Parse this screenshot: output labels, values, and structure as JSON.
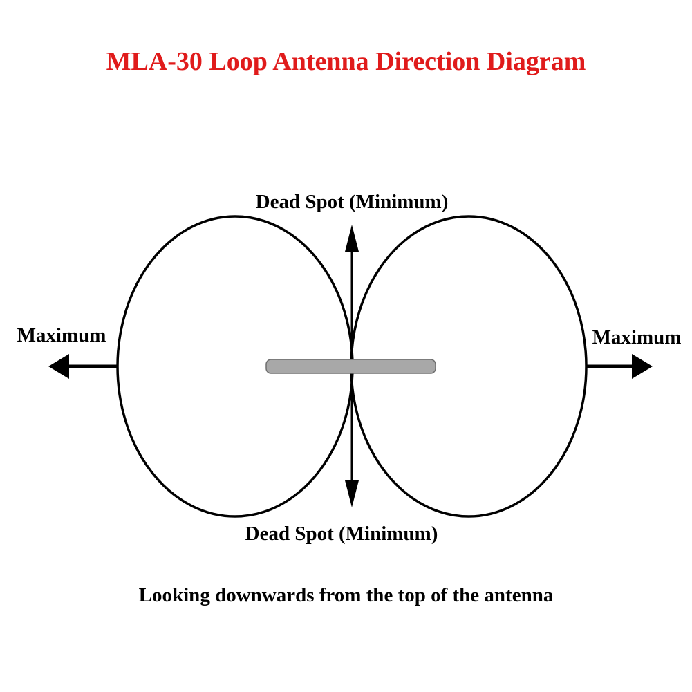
{
  "title": "MLA-30 Loop Antenna Direction Diagram",
  "labels": {
    "dead_spot_top": "Dead Spot (Minimum)",
    "dead_spot_bottom": "Dead Spot (Minimum)",
    "maximum_left": "Maximum",
    "maximum_right": "Maximum"
  },
  "caption": "Looking downwards from the top of the antenna",
  "colors": {
    "title": "#e01b1b",
    "lines": "#000000",
    "antenna": "#a8a8a8"
  }
}
